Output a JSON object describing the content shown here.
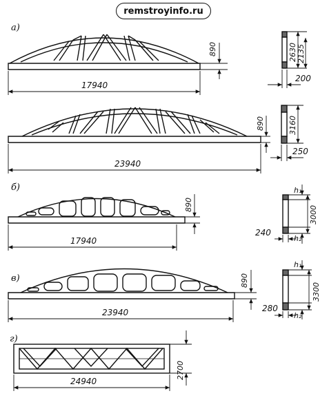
{
  "watermark": "remstroyinfo.ru",
  "labels": {
    "a": "а)",
    "b": "б)",
    "v": "в)",
    "g": "г)"
  },
  "dims": {
    "a1_span": "17940",
    "a1_height": "890",
    "a1_sec_h1": "2630",
    "a1_sec_h2": "2135",
    "a1_sec_w": "200",
    "a2_span": "23940",
    "a2_height": "890",
    "a2_sec_h": "3160",
    "a2_sec_w": "250",
    "b_span": "17940",
    "b_height": "890",
    "b_sec_h1": "h₁",
    "b_sec_h": "3000",
    "b_sec_h2": "h₂",
    "b_sec_w": "240",
    "v_span": "23940",
    "v_height": "890",
    "v_sec_h1": "h₁",
    "v_sec_h": "3300",
    "v_sec_h2": "h₂",
    "v_sec_w": "280",
    "g_span": "24940",
    "g_height": "2700"
  }
}
